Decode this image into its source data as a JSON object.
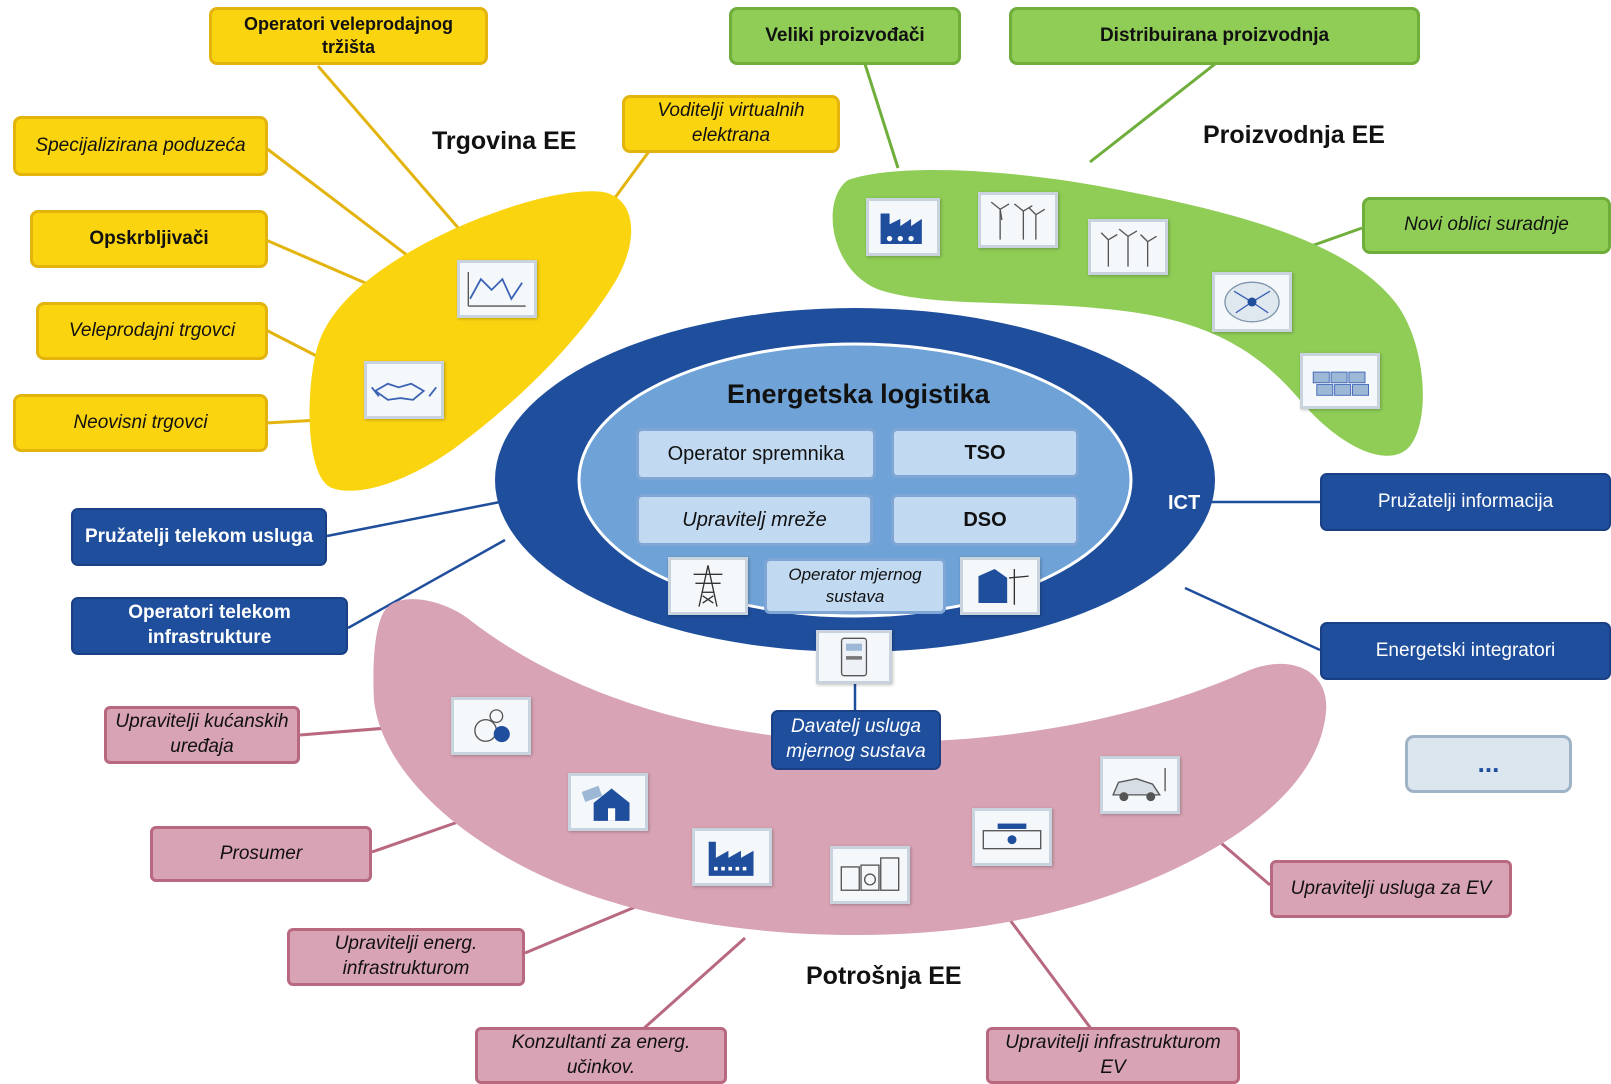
{
  "center": {
    "title": "Energetska logistika",
    "ict": "ICT",
    "items": {
      "storage": "Operator spremnika",
      "tso": "TSO",
      "network": "Upravitelj mreže",
      "dso": "DSO",
      "metering_operator": "Operator mjernog sustava"
    },
    "metering_service": "Davatelj usluga mjernog sustava"
  },
  "trade": {
    "title": "Trgovina EE",
    "items": {
      "wholesale_operators": "Operatori veleprodajnog tržišta",
      "virtual_plants": "Voditelji virtualnih elektrana",
      "specialized": "Specijalizirana poduzeća",
      "suppliers": "Opskrbljivači",
      "wholesale_traders": "Veleprodajni trgovci",
      "independent_traders": "Neovisni trgovci"
    }
  },
  "production": {
    "title": "Proizvodnja EE",
    "items": {
      "large_producers": "Veliki proizvođači",
      "distributed": "Distribuirana proizvodnja",
      "new_cooperation": "Novi oblici suradnje"
    }
  },
  "telecom": {
    "services": "Pružatelji telekom usluga",
    "infrastructure": "Operatori telekom infrastrukture",
    "info_providers": "Pružatelji informacija",
    "integrators": "Energetski integratori"
  },
  "consumption": {
    "title": "Potrošnja EE",
    "items": {
      "appliance_managers": "Upravitelji kućanskih uređaja",
      "prosumer": "Prosumer",
      "energy_infra": "Upravitelji energ. infrastrukturom",
      "consultants": "Konzultanti za energ. učinkov.",
      "ev_infra": "Upravitelji infrastrukturom EV",
      "ev_services": "Upravitelji usluga za EV"
    }
  },
  "more": "...",
  "colors": {
    "trade": "#fbd410",
    "production": "#8fcd57",
    "consumption": "#d8a3b4",
    "ict_ring": "#1f4e9c",
    "core": "#6fa2d6"
  },
  "icons": [
    "chart-icon",
    "handshake-icon",
    "factory-icon",
    "wind-turbine-icon",
    "network-icon",
    "solar-panel-icon",
    "pylon-icon",
    "meter-icon",
    "house-icon",
    "appliances-icon",
    "charging-station-icon"
  ]
}
